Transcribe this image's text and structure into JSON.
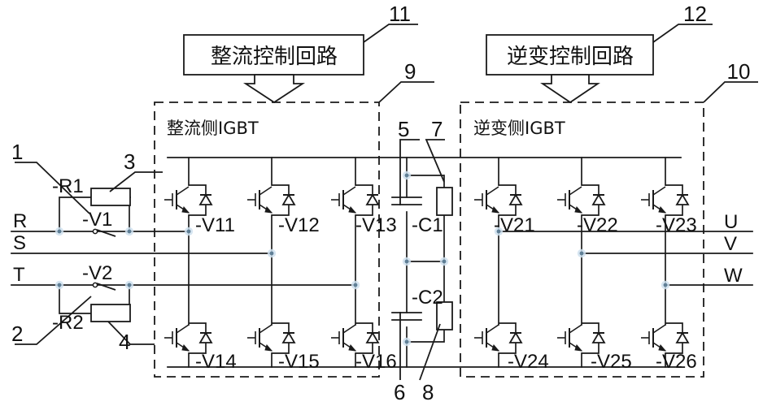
{
  "figure": {
    "kind": "circuit-schematic",
    "title_blocks": [
      {
        "id": "rect-ctrl",
        "label": "整流控制回路",
        "callout": "11"
      },
      {
        "id": "inv-ctrl",
        "label": "逆变控制回路",
        "callout": "12"
      }
    ],
    "dashed_regions": [
      {
        "id": "rectifier-side",
        "label": "整流侧IGBT",
        "callout": "9"
      },
      {
        "id": "inverter-side",
        "label": "逆变侧IGBT",
        "callout": "10"
      }
    ],
    "input_phases": [
      "R",
      "S",
      "T"
    ],
    "output_phases": [
      "U",
      "V",
      "W"
    ],
    "components": {
      "resistors": [
        {
          "ref": "-R1",
          "callout": "1",
          "box_callout": "3"
        },
        {
          "ref": "-R2",
          "callout": "2",
          "box_callout": "4"
        }
      ],
      "switches": [
        {
          "ref": "-V1"
        },
        {
          "ref": "-V2"
        }
      ],
      "rectifier_igbts_top": [
        "-V11",
        "-V12",
        "-V13"
      ],
      "rectifier_igbts_bottom": [
        "-V14",
        "-V15",
        "-V16"
      ],
      "inverter_igbts_top": [
        "-V21",
        "-V22",
        "-V23"
      ],
      "inverter_igbts_bottom": [
        "-V24",
        "-V25",
        "-V26"
      ],
      "capacitors": [
        {
          "ref": "-C1",
          "callout": "5",
          "bleeder_callout": "7"
        },
        {
          "ref": "-C2",
          "callout": "6",
          "bleeder_callout": "8"
        }
      ]
    },
    "callout_numbers": [
      "1",
      "2",
      "3",
      "4",
      "5",
      "6",
      "7",
      "8",
      "9",
      "10",
      "11",
      "12"
    ]
  },
  "colors": {
    "line": "#1a1a1a",
    "node_core": "#5f7f96",
    "node_halo": "#cfe0ee",
    "background": "#ffffff",
    "text": "#111111"
  },
  "labels": {
    "rect_ctrl_box": "整流控制回路",
    "inv_ctrl_box": "逆变控制回路",
    "rect_region": "整流侧IGBT",
    "inv_region": "逆变侧IGBT",
    "phase_R": "R",
    "phase_S": "S",
    "phase_T": "T",
    "phase_U": "U",
    "phase_V": "V",
    "phase_W": "W",
    "r1": "-R1",
    "r2": "-R2",
    "v1": "-V1",
    "v2": "-V2",
    "c1": "-C1",
    "c2": "-C2",
    "v11": "-V11",
    "v12": "-V12",
    "v13": "-V13",
    "v14": "-V14",
    "v15": "-V15",
    "v16": "-V16",
    "v21": "-V21",
    "v22": "-V22",
    "v23": "-V23",
    "v24": "-V24",
    "v25": "-V25",
    "v26": "-V26",
    "n1": "1",
    "n2": "2",
    "n3": "3",
    "n4": "4",
    "n5": "5",
    "n6": "6",
    "n7": "7",
    "n8": "8",
    "n9": "9",
    "n10": "10",
    "n11": "11",
    "n12": "12"
  }
}
